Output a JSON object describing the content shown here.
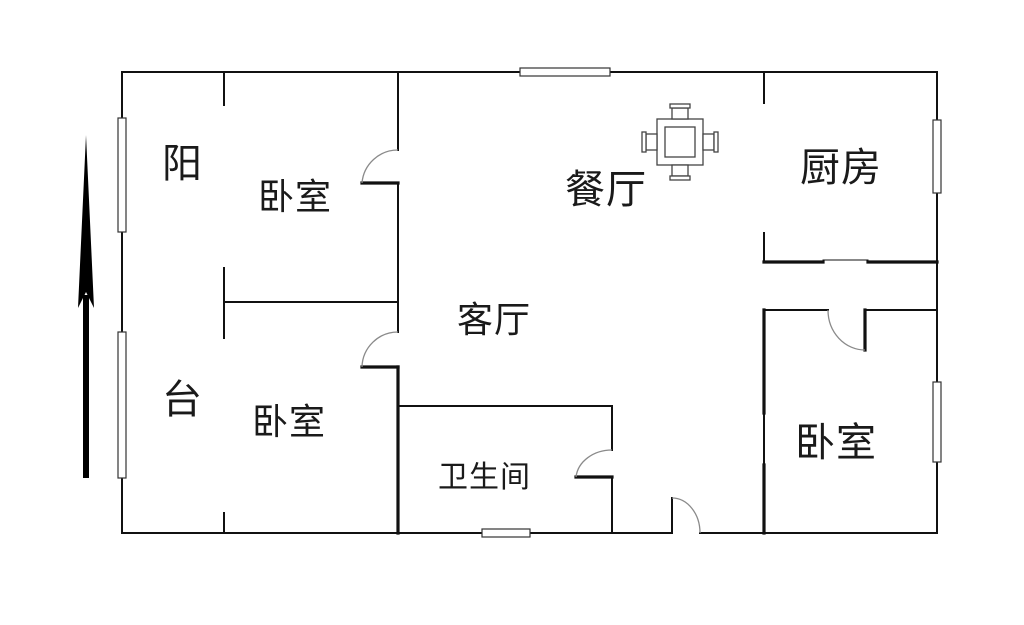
{
  "floor_plan": {
    "orientation_arrow": {
      "icon": "north-arrow-icon",
      "direction": "up"
    },
    "rooms": [
      {
        "id": "balcony",
        "label_top": "阳",
        "label_bottom": "台"
      },
      {
        "id": "bedroom-northwest",
        "label": "卧室"
      },
      {
        "id": "bedroom-southwest",
        "label": "卧室"
      },
      {
        "id": "dining-room",
        "label": "餐厅"
      },
      {
        "id": "living-room",
        "label": "客厅"
      },
      {
        "id": "kitchen",
        "label": "厨房"
      },
      {
        "id": "bathroom",
        "label": "卫生间"
      },
      {
        "id": "bedroom-southeast",
        "label": "卧室"
      }
    ],
    "furniture": [
      {
        "id": "dining-table",
        "icon": "dining-table-with-four-chairs-icon"
      }
    ],
    "colors": {
      "wall": "#111111",
      "door_arc": "#8a8a8a",
      "background": "#ffffff"
    }
  }
}
